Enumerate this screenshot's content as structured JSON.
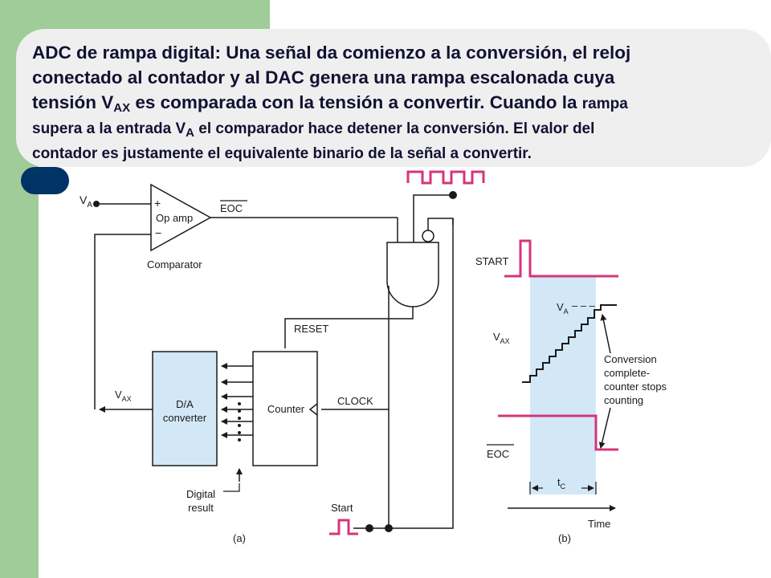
{
  "colors": {
    "sidebar_green": "#9fcc99",
    "bullet_navy": "#003366",
    "caption_bg": "#efefef",
    "signal_pink": "#d6357a",
    "block_blue": "#d3e8f7",
    "wire": "#1a1a1a"
  },
  "caption": {
    "line1": "ADC de rampa digital: Una señal da comienzo a la conversión, el reloj",
    "line2": "conectado al contador y al DAC genera una rampa escalonada cuya",
    "line3_a": "tensión V",
    "line3_sub": "AX",
    "line3_b": " es comparada con la tensión a convertir. Cuando la ",
    "line3_c": "rampa",
    "line4_a": "supera a la entrada V",
    "line4_sub": "A",
    "line4_b": " el comparador hace detener la conversión. El valor del",
    "line5": "contador es justamente el equivalente binario de la señal a convertir."
  },
  "circuit": {
    "va_label": "V",
    "va_sub": "A",
    "plus_sign": "+",
    "minus_sign": "−",
    "opamp_label": "Op amp",
    "comparator_label": "Comparator",
    "eoc_label": "EOC",
    "reset_label": "RESET",
    "clock_label": "CLOCK",
    "dac_line1": "D/A",
    "dac_line2": "converter",
    "counter_label": "Counter",
    "vax_label": "V",
    "vax_sub": "AX",
    "digital_line1": "Digital",
    "digital_line2": "result",
    "start_label": "Start",
    "panel_label": "(a)"
  },
  "timing": {
    "start_label": "START",
    "va_label": "V",
    "va_sub": "A",
    "va_dashes": "– – –",
    "vax_label": "V",
    "vax_sub": "AX",
    "eoc_label": "EOC",
    "annotation_line1": "Conversion",
    "annotation_line2": "complete-",
    "annotation_line3": "counter stops",
    "annotation_line4": "counting",
    "tc_label": "t",
    "tc_sub": "C",
    "time_label": "Time",
    "panel_label": "(b)"
  }
}
